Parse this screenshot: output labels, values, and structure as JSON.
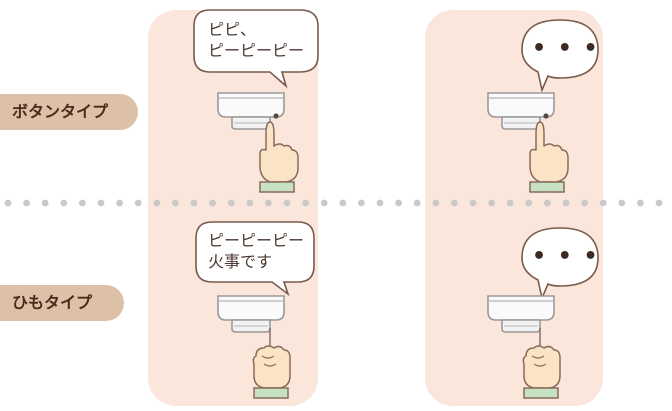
{
  "rows": [
    {
      "label": "ボタンタイプ"
    },
    {
      "label": "ひもタイプ"
    }
  ],
  "bubbles": {
    "button_working": [
      "ピピ、",
      "ピーピーピー"
    ],
    "pull_working": [
      "ピーピーピー",
      "火事です"
    ],
    "silent": "• • •"
  },
  "colors": {
    "panel": "#fbe6db",
    "label_bg": "#dcc0a8",
    "dot": "#c9c9c9",
    "sleeve": "#c7e1c3",
    "hand": "#fbe3c6"
  }
}
